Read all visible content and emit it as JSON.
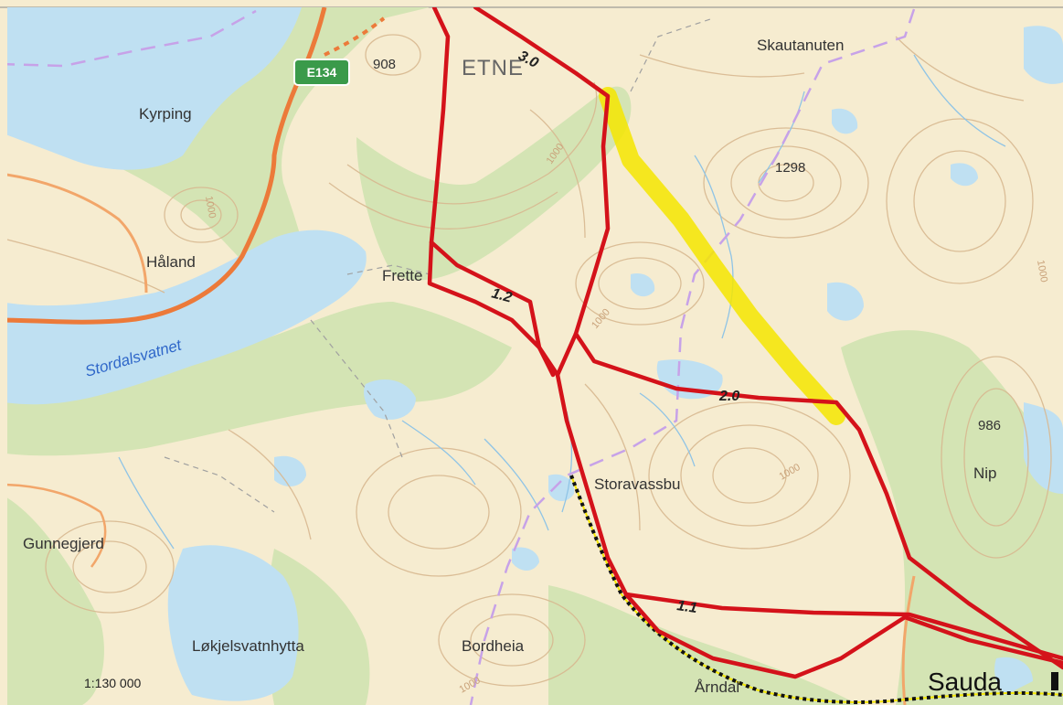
{
  "map": {
    "colors": {
      "land": "#f6ecd0",
      "forest": "#d4e4b4",
      "water": "#bfe0f2",
      "contour": "#d8b890",
      "stream": "#8fc4e6",
      "route": "#d4121a",
      "highlight": "#f4e600",
      "road": "#ec7a3a",
      "boundary": "#c7a2e8",
      "railway": "#111111",
      "shield": "#3a9a4a"
    },
    "labels": {
      "region": "ETNE",
      "skautanuten": "Skautanuten",
      "kyrping": "Kyrping",
      "haland": "Håland",
      "frette": "Frette",
      "stordalsvatnet": "Stordalsvatnet",
      "storavassbu": "Storavassbu",
      "nip": "Nip",
      "gunnegjerd": "Gunnegjerd",
      "lokjelsvatnhytta": "Løkjelsvatnhytta",
      "bordheia": "Bordheia",
      "sauda": "Sauda",
      "arndal": "Årndal",
      "peak_908": "908",
      "peak_1298": "1298",
      "peak_986": "986",
      "contour_1000_a": "1000",
      "contour_1000_b": "1000",
      "contour_1000_c": "1000",
      "contour_1000_d": "1000",
      "contour_1000_e": "1000",
      "contour_1000_f": "1000"
    },
    "road_shield": "E134",
    "scale": "1:130 000",
    "routes": {
      "r30": "3.0",
      "r12": "1.2",
      "r20": "2.0",
      "r11": "1.1"
    }
  }
}
